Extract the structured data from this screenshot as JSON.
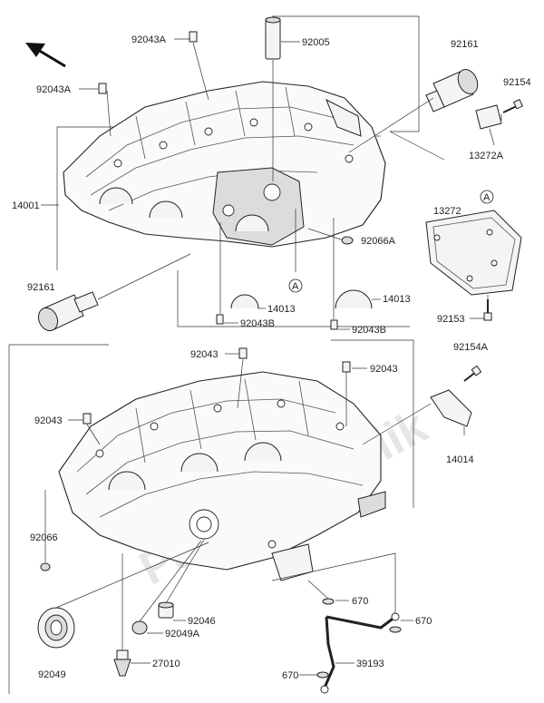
{
  "watermark": "PartsRepublik",
  "markers": {
    "a": "A"
  },
  "labels": {
    "l92043A_top": "92043A",
    "l92005": "92005",
    "l92161_top": "92161",
    "l92043A_left": "92043A",
    "l92154": "92154",
    "l13272A": "13272A",
    "l14001": "14001",
    "l13272": "13272",
    "l92066A": "92066A",
    "l92161_left": "92161",
    "l14013_mid": "14013",
    "l14013_right": "14013",
    "l92043B_mid": "92043B",
    "l92043B_right": "92043B",
    "l92153": "92153",
    "l92043_top": "92043",
    "l92154A": "92154A",
    "l92043_right": "92043",
    "l92043_left": "92043",
    "l14014": "14014",
    "l92066": "92066",
    "l670_top": "670",
    "l670_right": "670",
    "l92046": "92046",
    "l92049A": "92049A",
    "l39193": "39193",
    "l92049": "92049",
    "l27010": "27010",
    "l670_bottom": "670"
  }
}
